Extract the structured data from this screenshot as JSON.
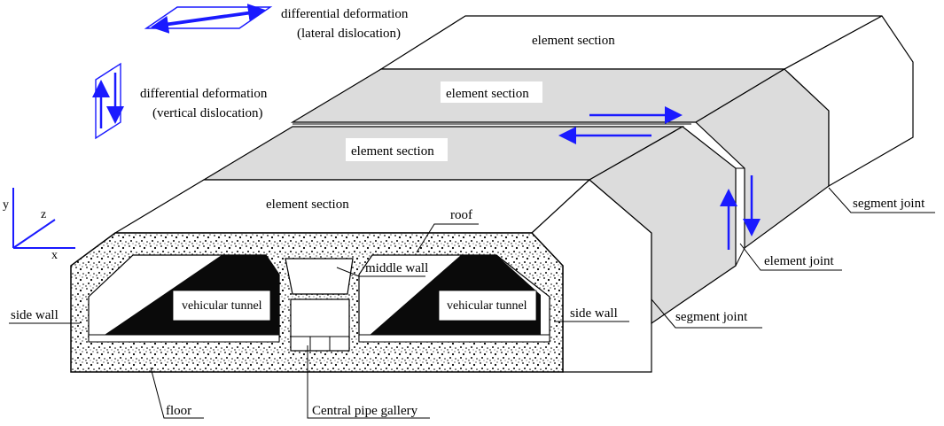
{
  "legend": {
    "lateral_line1": "differential deformation",
    "lateral_line2": "(lateral dislocation)",
    "vertical_line1": "differential deformation",
    "vertical_line2": "(vertical dislocation)"
  },
  "axes": {
    "y": "y",
    "z": "z",
    "x": "x"
  },
  "labels": {
    "element_section_far": "element section",
    "element_section_2": "element section",
    "element_section_3": "element section",
    "element_section_near": "element section",
    "roof": "roof",
    "middle_wall": "middle wall",
    "vehicular_tunnel_left": "vehicular tunnel",
    "vehicular_tunnel_right": "vehicular tunnel",
    "side_wall_left": "side wall",
    "side_wall_right": "side wall",
    "segment_joint_top": "segment joint",
    "element_joint": "element joint",
    "segment_joint_bottom": "segment joint",
    "floor": "floor",
    "central_pipe_gallery": "Central pipe gallery"
  },
  "colors": {
    "arrow": "#1a1aff",
    "shaded": "#dcdcdc",
    "outline": "#000000",
    "concrete": "#ffffff",
    "tunnel_dark": "#0a0a0a"
  }
}
